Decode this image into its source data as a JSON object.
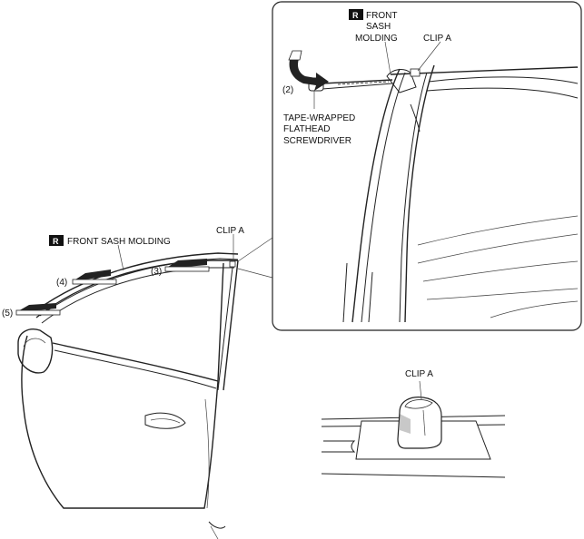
{
  "badge_letter": "R",
  "overview": {
    "title": "FRONT SASH MOLDING",
    "clip_label": "CLIP A",
    "steps": [
      "(3)",
      "(4)",
      "(5)"
    ]
  },
  "detail": {
    "title_lines": [
      "FRONT",
      "SASH",
      "MOLDING"
    ],
    "clip_label": "CLIP A",
    "step": "(2)",
    "tool_lines": [
      "TAPE-WRAPPED",
      "FLATHEAD",
      "SCREWDRIVER"
    ]
  },
  "clip_detail": {
    "clip_label": "CLIP A"
  }
}
